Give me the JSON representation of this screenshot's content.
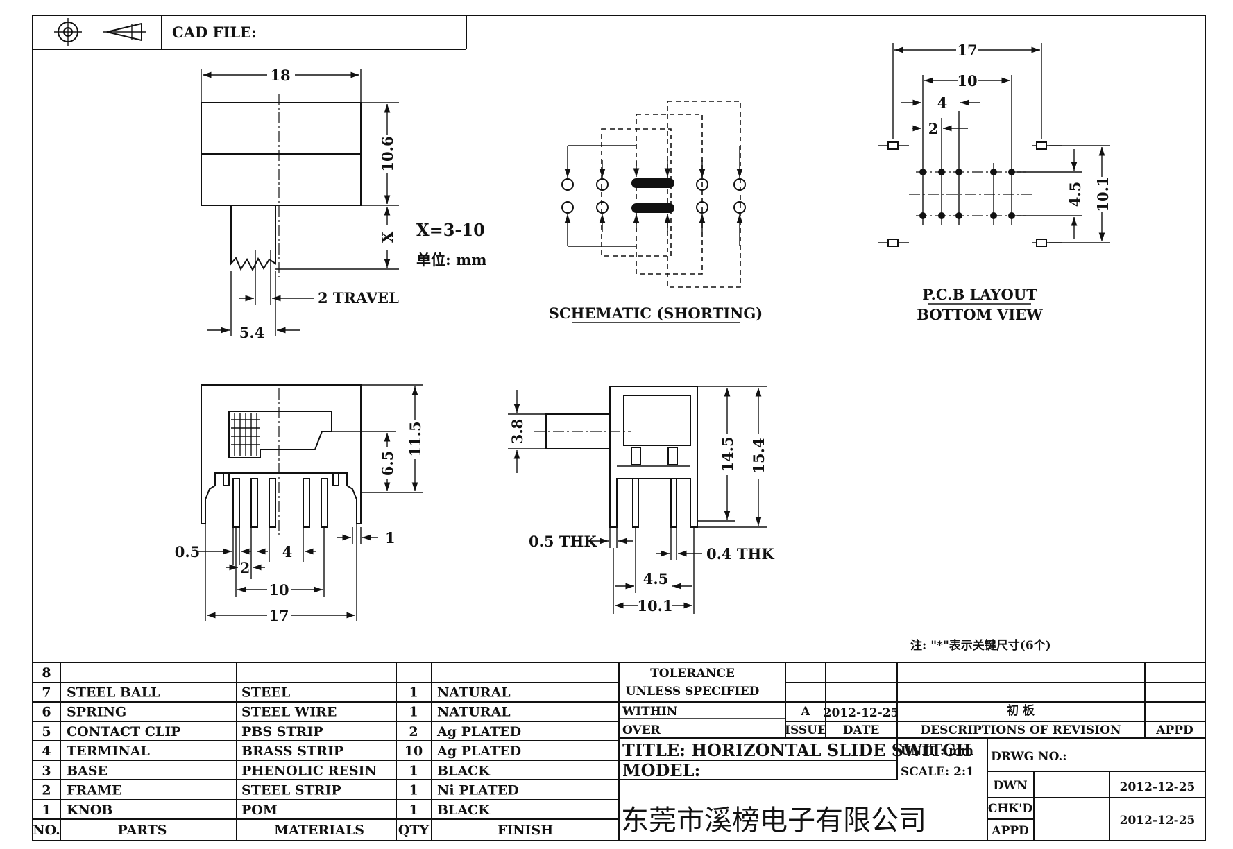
{
  "header": {
    "cad_label": "CAD FILE:"
  },
  "top_view": {
    "dim_width": "18",
    "dim_height": "10.6",
    "dim_x": "X",
    "x_range": "X=3-10",
    "unit_note": "单位: mm",
    "travel": "2 TRAVEL",
    "dim_knob": "5.4"
  },
  "schematic": {
    "title": "SCHEMATIC (SHORTING)"
  },
  "pcb": {
    "dim_17": "17",
    "dim_10": "10",
    "dim_4": "4",
    "dim_2": "2",
    "dim_45": "4.5",
    "dim_101": "10.1",
    "title_line1": "P.C.B LAYOUT",
    "title_line2": "BOTTOM VIEW"
  },
  "front_view": {
    "dim_115": "11.5",
    "dim_65": "6.5",
    "dim_05": "0.5",
    "dim_4": "4",
    "dim_2": "2",
    "dim_10": "10",
    "dim_17": "17",
    "dim_1": "1"
  },
  "side_view": {
    "dim_38": "3.8",
    "dim_145": "14.5",
    "dim_154": "15.4",
    "thk_05": "0.5 THK",
    "thk_04": "0.4 THK",
    "dim_45": "4.5",
    "dim_101": "10.1"
  },
  "note": "注: \"*\"表示关键尺寸(6个)",
  "bom": {
    "rows": [
      {
        "no": "8",
        "part": "",
        "material": "",
        "qty": "",
        "finish": ""
      },
      {
        "no": "7",
        "part": "STEEL BALL",
        "material": "STEEL",
        "qty": "1",
        "finish": "NATURAL"
      },
      {
        "no": "6",
        "part": "SPRING",
        "material": "STEEL WIRE",
        "qty": "1",
        "finish": "NATURAL"
      },
      {
        "no": "5",
        "part": "CONTACT CLIP",
        "material": "PBS STRIP",
        "qty": "2",
        "finish": "Ag PLATED"
      },
      {
        "no": "4",
        "part": "TERMINAL",
        "material": "BRASS STRIP",
        "qty": "10",
        "finish": "Ag PLATED"
      },
      {
        "no": "3",
        "part": "BASE",
        "material": "PHENOLIC RESIN",
        "qty": "1",
        "finish": "BLACK"
      },
      {
        "no": "2",
        "part": "FRAME",
        "material": "STEEL STRIP",
        "qty": "1",
        "finish": "Ni PLATED"
      },
      {
        "no": "1",
        "part": "KNOB",
        "material": "POM",
        "qty": "1",
        "finish": "BLACK"
      }
    ],
    "headers": {
      "no": "NO.",
      "part": "PARTS",
      "material": "MATERIALS",
      "qty": "QTY",
      "finish": "FINISH"
    }
  },
  "title_block": {
    "tolerance": "TOLERANCE",
    "unless": "UNLESS   SPECIFIED",
    "within": "WITHIN",
    "over": "OVER",
    "rev_letter": "A",
    "rev_date": "2012-12-25",
    "rev_desc": "初 板",
    "issue": "ISSUE",
    "date": "DATE",
    "desc_header": "DESCRIPTIONS  OF  REVISION",
    "appd": "APPD",
    "title": "TITLE: HORIZONTAL SLIDE SWITCH",
    "unit": "UNIT : mm",
    "drwg_no": "DRWG NO.:",
    "model": "MODEL:",
    "scale": "SCALE: 2:1",
    "dwn": "DWN",
    "dwn_date": "2012-12-25",
    "company": "东莞市溪榜电子有限公司",
    "chkd": "CHK'D",
    "chk_date": "2012-12-25",
    "appd2": "APPD"
  }
}
